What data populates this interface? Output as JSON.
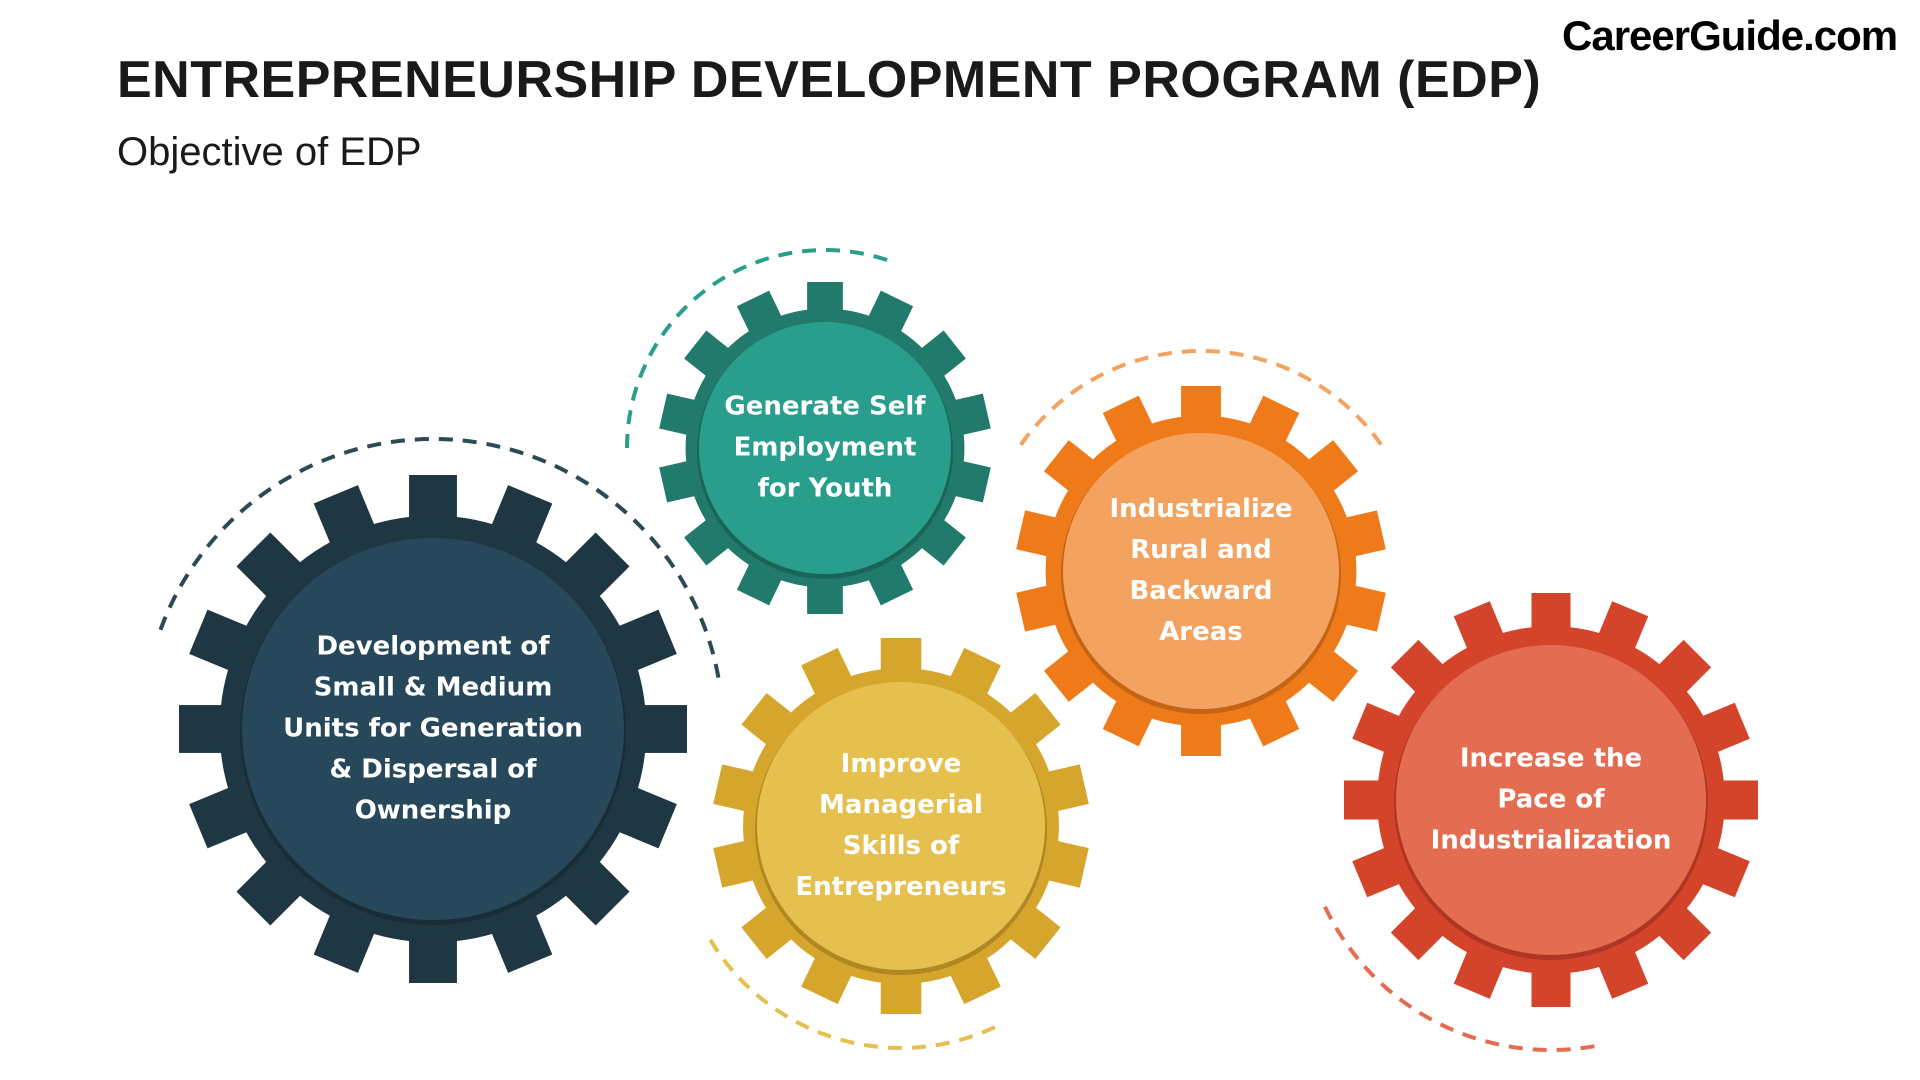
{
  "header": {
    "title": "ENTREPRENEURSHIP DEVELOPMENT PROGRAM (EDP)",
    "subtitle": "Objective of EDP",
    "logo": "CareerGuide.com"
  },
  "gears": [
    {
      "id": "development",
      "lines": [
        "Development of",
        "Small & Medium",
        "Units for Generation",
        "& Dispersal of",
        "Ownership"
      ],
      "gear_color": "#1f3742",
      "inner_color": "#26485a",
      "dash_color": "#2c4a55"
    },
    {
      "id": "self-employment",
      "lines": [
        "Generate Self",
        "Employment",
        "for Youth"
      ],
      "gear_color": "#217a6c",
      "inner_color": "#2a9e8d",
      "dash_color": "#2a9e8d"
    },
    {
      "id": "industrialize-rural",
      "lines": [
        "Industrialize",
        "Rural and",
        "Backward",
        "Areas"
      ],
      "gear_color": "#ef7a1a",
      "inner_color": "#f3a35f",
      "dash_color": "#f3a35f"
    },
    {
      "id": "managerial-skills",
      "lines": [
        "Improve",
        "Managerial",
        "Skills of",
        "Entrepreneurs"
      ],
      "gear_color": "#d6a52b",
      "inner_color": "#e6c04e",
      "dash_color": "#e6c04e"
    },
    {
      "id": "pace-industrialization",
      "lines": [
        "Increase the",
        "Pace of",
        "Industrialization"
      ],
      "gear_color": "#d4442a",
      "inner_color": "#e46c50",
      "dash_color": "#e46c50"
    }
  ]
}
